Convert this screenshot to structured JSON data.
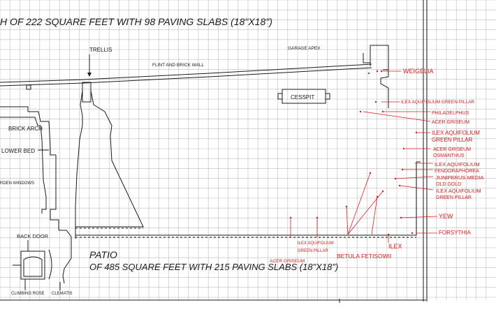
{
  "header_text": "H OF 222 SQUARE FEET WITH 98 PAVING SLABS (18\"X18\")",
  "structure_labels": {
    "trellis": "TRELLIS",
    "flint_wall": "FLINT AND BRICK WALL",
    "garage_apex": "GARAGE APEX",
    "cesspit": "CESSPIT",
    "brick_arch": "BRICK ARCH",
    "flower_bed": "LOWER BED",
    "windows": "RDEN WINDOWS",
    "back_door": "BACK DOOR",
    "climbing_rose": "CLIMBING ROSE",
    "clematis": "CLEMATIS"
  },
  "patio": {
    "title": "PATIO",
    "subtitle": "OF 485 SQUARE FEET WITH 215 PAVING SLABS (18\"X18\")"
  },
  "plant_labels": {
    "weigelia": "WEIGELIA",
    "ilex_top": "ILEX AQUIFOLIUM GREEN PILLAR",
    "philadelphus": "PHILADELPHUS",
    "acer_1": "ACER GRISEUM",
    "ilex_mid_1": "ILEX AQUIFOLIUM",
    "ilex_mid_2": "GREEN PILLAR",
    "acer_2": "ACER GRISEUM",
    "osmanthus": "OSMANTHUS",
    "ilex_3": "ILEX AQUIFOLIUM",
    "fendoraphorea": "FENDORAPHOREA",
    "juniperus_1": "JUNIPERUS MEDIA",
    "juniperus_2": "OLD GOLD",
    "ilex_4_1": "ILEX AQUIFOLIUM",
    "ilex_4_2": "GREEN PILLAR",
    "yew": "YEW",
    "forsythia": "FORSYTHIA",
    "ilex_bottom": "ILEX",
    "betula": "BETULA FETISOWII",
    "acer_bottom": "ACER GRISEUM",
    "ilex_green_1": "ILEX AQUIFOLIUM",
    "ilex_green_2": "GREEN PILLAR"
  },
  "colors": {
    "grid": "#bcbcbc",
    "ink": "#1a1a1a",
    "annotation": "#d81b1b"
  }
}
